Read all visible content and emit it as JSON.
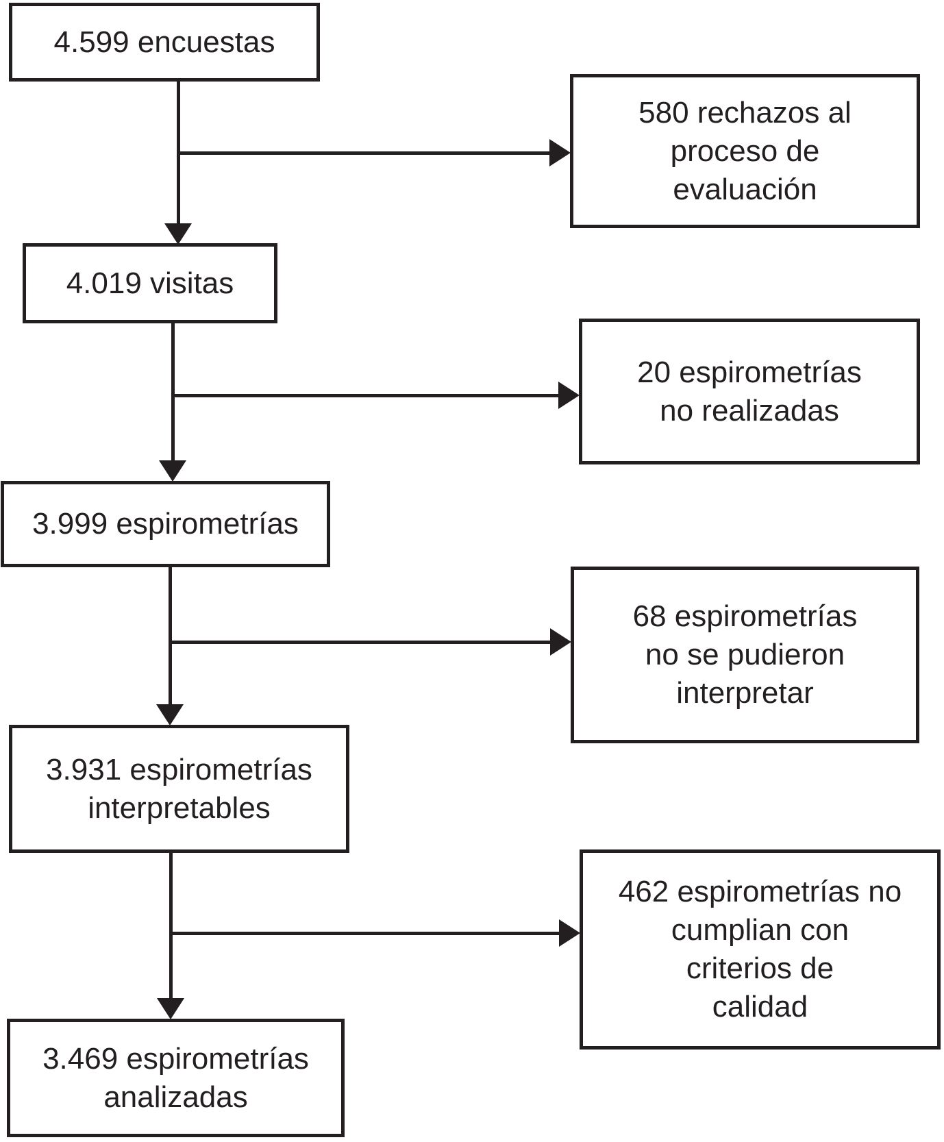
{
  "figure": {
    "type": "flowchart",
    "description": "Study flow diagram of surveys, visits and spirometries",
    "colors": {
      "ink": "#231f20",
      "paper": "#ffffff"
    },
    "main_flow": [
      {
        "id": "encuestas",
        "label": "4.599 encuestas"
      },
      {
        "id": "visitas",
        "label": "4.019 visitas"
      },
      {
        "id": "espirometrias",
        "label": "3.999 espirometrías"
      },
      {
        "id": "espirometrias-interpretables",
        "label": "3.931 espirometrías\ninterpretables"
      },
      {
        "id": "espirometrias-analizadas",
        "label": "3.469 espirometrías\nanalizadas"
      }
    ],
    "exclusions": [
      {
        "id": "rechazos",
        "from": "encuestas",
        "label": "580 rechazos al\nproceso de\nevaluación"
      },
      {
        "id": "no-realizadas",
        "from": "visitas",
        "label": "20 espirometrías\nno realizadas"
      },
      {
        "id": "no-interpretables",
        "from": "espirometrias",
        "label": "68 espirometrías\nno se pudieron\ninterpretar"
      },
      {
        "id": "sin-calidad",
        "from": "espirometrias-interpretables",
        "label": "462 espirometrías no\ncumplian con\ncriterios de\ncalidad"
      }
    ]
  }
}
